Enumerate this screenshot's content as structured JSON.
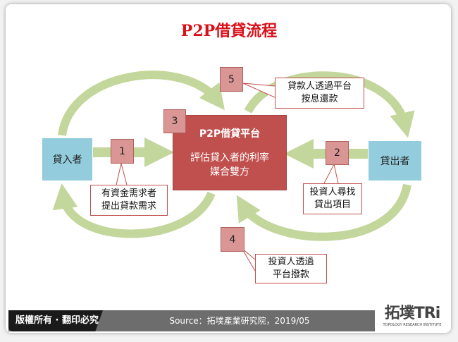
{
  "title": "P2P借貸流程",
  "borrower": "貸入者",
  "lender": "貸出者",
  "platform": {
    "heading": "P2P借貸平台",
    "line1": "評估貸入者的利率",
    "line2": "媒合雙方"
  },
  "steps": [
    {
      "num": "1",
      "line1": "有資金需求者",
      "line2": "提出貸款需求"
    },
    {
      "num": "2",
      "line1": "投資人尋找",
      "line2": "貸出項目"
    },
    {
      "num": "3"
    },
    {
      "num": "4",
      "line1": "投資人透過",
      "line2": "平台撥款"
    },
    {
      "num": "5",
      "line1": "貸款人透過平台",
      "line2": "按息還款"
    }
  ],
  "footer": {
    "copyright": "版權所有 · 翻印必究",
    "source": "Source：拓墣產業研究院，2019/05",
    "logo": "拓墣TRi",
    "logo_sub": "TOPOLOGY RESEARCH INSTITUTE"
  },
  "colors": {
    "title": "#d8101a",
    "platform": "#c0504d",
    "party": "#93cddd",
    "arrow": "#c3d69b"
  }
}
